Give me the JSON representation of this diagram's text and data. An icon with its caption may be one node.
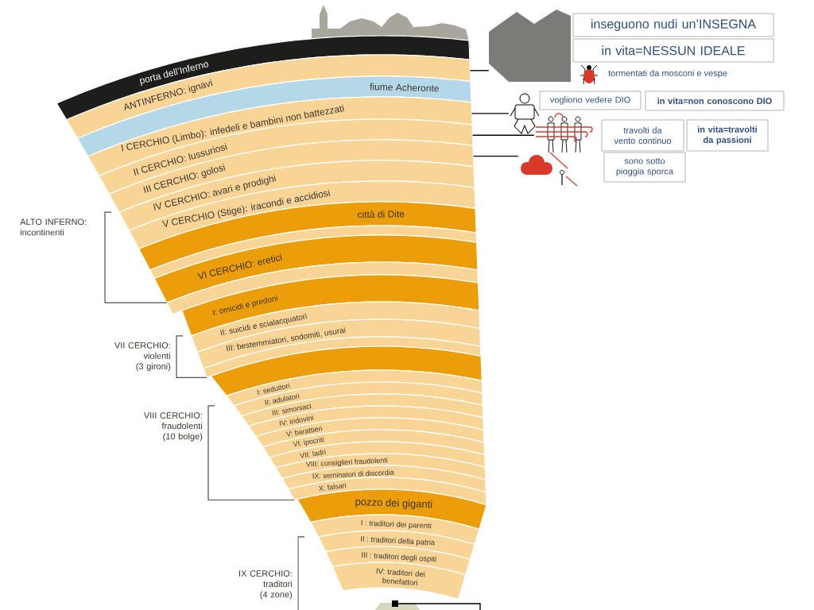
{
  "diagram": {
    "nodes": [
      {
        "text": [
          "porta dell’Inferno"
        ]
      },
      {
        "text": [
          "ANTINFERNO: ignavi"
        ]
      },
      {
        "text": [
          "fiume Acheronte"
        ]
      },
      {
        "text": [
          "I CERCHIO (Limbo): infedeli e bambini non battezzati"
        ]
      },
      {
        "text": [
          "II CERCHIO: lussuriosi"
        ]
      },
      {
        "text": [
          "III CERCHIO: golosi"
        ]
      },
      {
        "text": [
          "IV CERCHIO: avari e prodighi"
        ]
      },
      {
        "text": [
          "V CERCHIO (Stige): iracondi e accidiosi"
        ]
      },
      {
        "text": [
          "città di Dite"
        ]
      },
      {
        "text": [],
        "shape": "band"
      },
      {
        "text": [
          "VI CERCHIO: eretici"
        ]
      },
      {
        "text": [],
        "shape": "band"
      },
      {
        "text": [
          "I: omicidi e predoni"
        ]
      },
      {
        "text": [
          "II: suicidi e scialacquatori"
        ]
      },
      {
        "text": [
          "III: bestemmiatori, sodomiti, usurai"
        ]
      },
      {
        "text": [],
        "shape": "band"
      },
      {
        "text": [],
        "shape": "band"
      },
      {
        "text": [
          "I: seduttori"
        ]
      },
      {
        "text": [
          "II: adulatori"
        ]
      },
      {
        "text": [
          "III: simoniaci"
        ]
      },
      {
        "text": [
          "IV: indovini"
        ]
      },
      {
        "text": [
          "V: barattieri"
        ]
      },
      {
        "text": [
          "VI: ipocriti"
        ]
      },
      {
        "text": [
          "VII: ladri"
        ]
      },
      {
        "text": [
          "VIII: consiglieri fraudolenti"
        ]
      },
      {
        "text": [
          "IX: seminatori di discordia"
        ]
      },
      {
        "text": [
          "X: falsari"
        ]
      },
      {
        "text": [
          "pozzo dei giganti"
        ]
      },
      {
        "text": [
          "I : traditori dei parenti"
        ]
      },
      {
        "text": [
          "II : traditori della patria"
        ]
      },
      {
        "text": [
          "III : traditori degli ospiti"
        ]
      },
      {
        "text": [
          "IV: traditori dei benefattori"
        ]
      },
      {
        "text": [],
        "shape": "box"
      },
      {
        "text": [],
        "shape": "box"
      },
      {
        "text": [
          "inseguono nudi un’INSEGNA"
        ]
      },
      {
        "text": [
          "in vita=NESSUN IDEALE"
        ]
      },
      {
        "text": [],
        "shape": "picture"
      },
      {
        "text": [
          "vogliono vedere DIO"
        ]
      },
      {
        "text": [
          "in vita=non conoscono DIO"
        ]
      },
      {
        "text": [],
        "shape": "picture"
      },
      {
        "text": [
          "travolti da vento continuo"
        ]
      },
      {
        "text": [
          "in vita=travolti da passioni"
        ]
      },
      {
        "text": [],
        "shape": "picture"
      },
      {
        "text": [
          "sono sotto pioggia sporca"
        ]
      }
    ],
    "edges": [
      {
        "from": 1,
        "to": 33,
        "arrow": "none"
      },
      {
        "from": 3,
        "to": 36,
        "arrow": "none"
      },
      {
        "from": 4,
        "to": 39,
        "arrow": "none"
      },
      {
        "from": 5,
        "to": 42,
        "arrow": "none"
      },
      {
        "from": null,
        "to": 32,
        "arrow": "none"
      }
    ],
    "labels": [
      "tormentati da mosconi e vespe",
      "ALTO INFERNO: incontinenti",
      "VII CERCHIO: violenti (3 gironi)",
      "VIII CERCHIO: fraudolenti (10 bolge)",
      "IX CERCHIO: traditori (4 zone)"
    ]
  }
}
